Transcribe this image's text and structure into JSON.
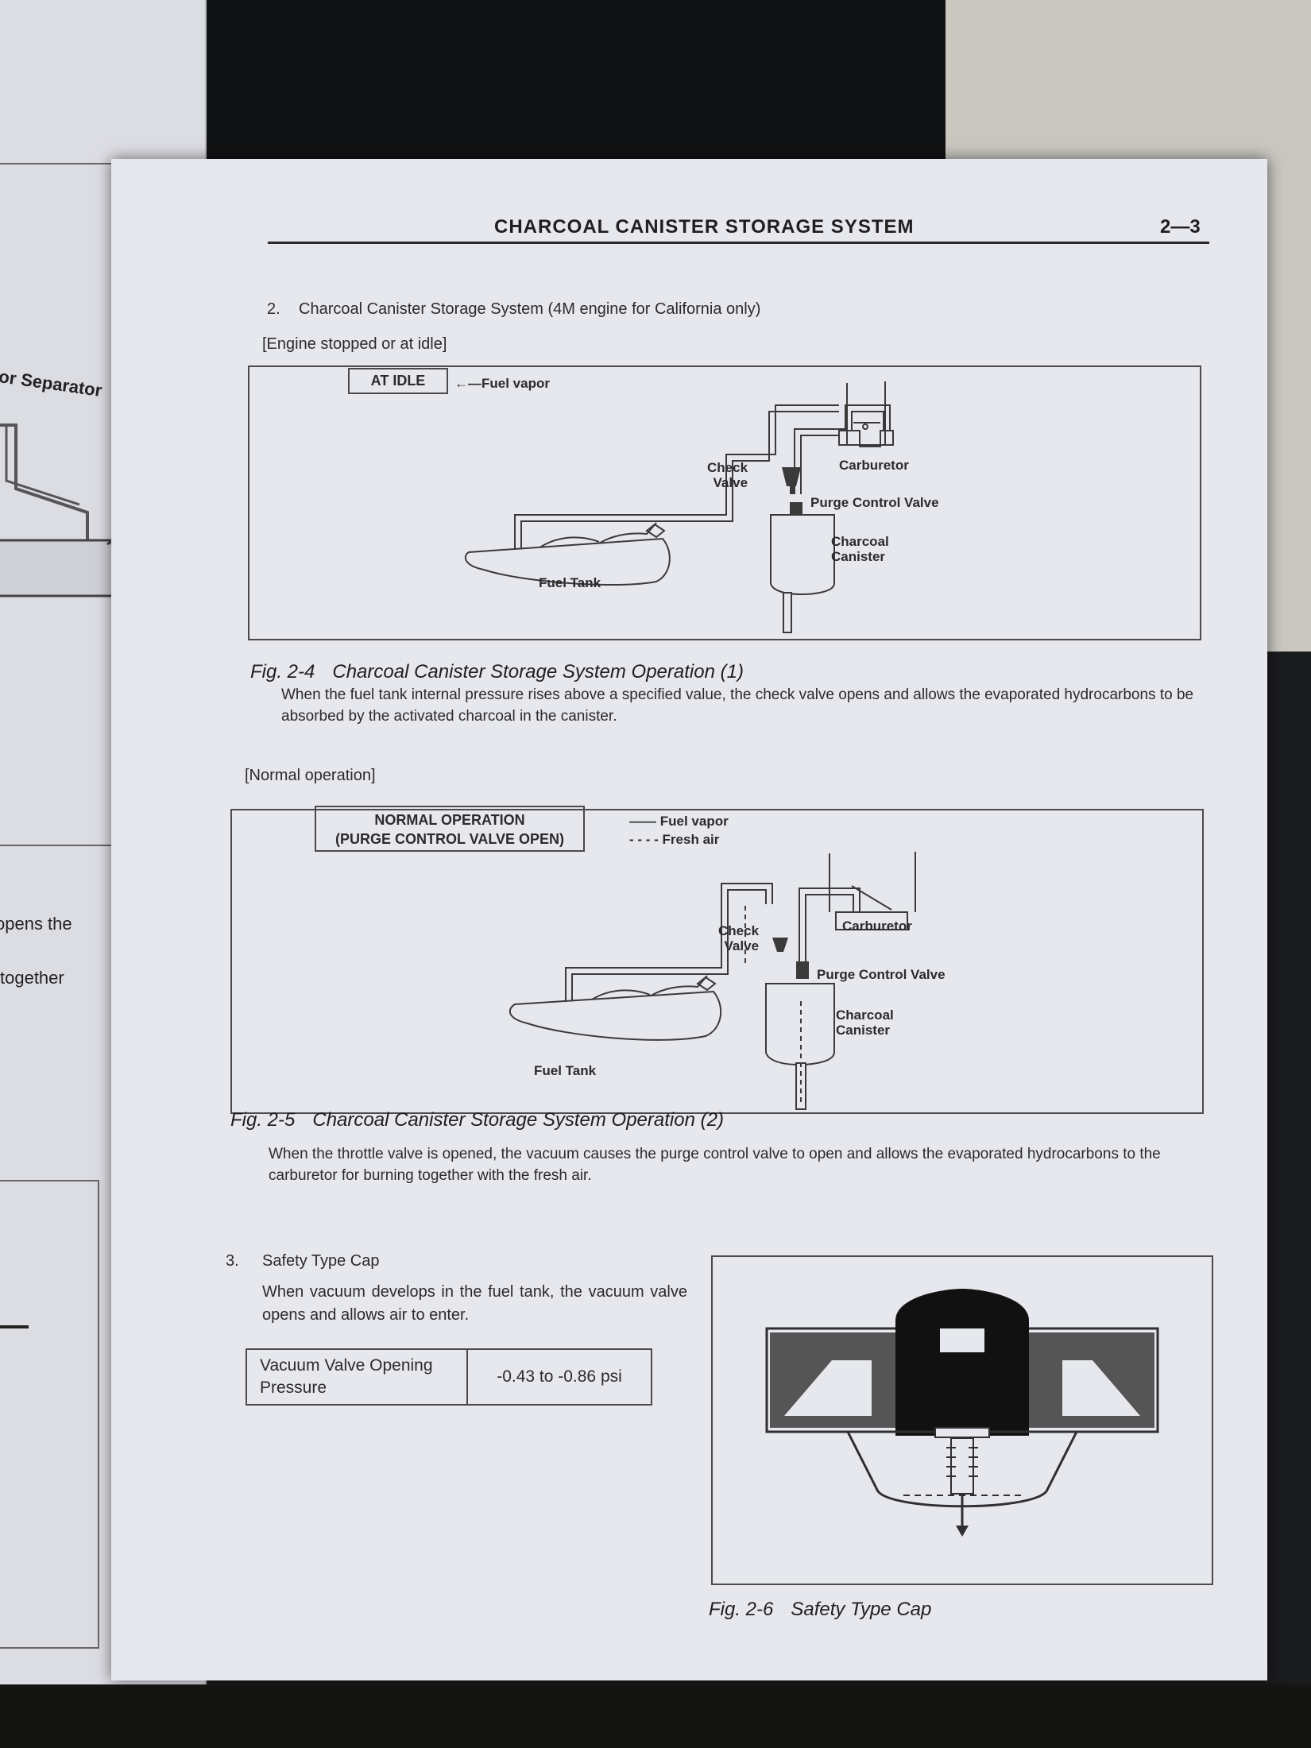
{
  "header": {
    "title": "CHARCOAL CANISTER STORAGE SYSTEM",
    "page_number": "2—3"
  },
  "left_page": {
    "fragments": [
      "or Separator",
      "opens the",
      "together"
    ]
  },
  "section2": {
    "number": "2.",
    "title": "Charcoal Canister Storage System (4M engine for California only)",
    "condition_idle": "[Engine stopped or at idle]",
    "condition_normal": "[Normal operation]"
  },
  "fig1": {
    "tag": "AT IDLE",
    "legend_vapor": "Fuel vapor",
    "labels": {
      "check_valve_1": "Check",
      "check_valve_2": "Valve",
      "carburetor": "Carburetor",
      "purge_valve": "Purge Control Valve",
      "canister_1": "Charcoal",
      "canister_2": "Canister",
      "fuel_tank": "Fuel Tank"
    },
    "caption_number": "Fig. 2-4",
    "caption_title": "Charcoal Canister Storage System Operation (1)",
    "description": "When the fuel tank internal pressure rises above a specified value, the check valve opens and allows the evaporated hydrocarbons to be absorbed by the activated charcoal in the canister."
  },
  "fig2": {
    "tag_line1": "NORMAL OPERATION",
    "tag_line2": "(PURGE CONTROL VALVE OPEN)",
    "legend_vapor": "Fuel vapor",
    "legend_air": "Fresh air",
    "labels": {
      "check_valve_1": "Check",
      "check_valve_2": "Valve",
      "carburetor": "Carburetor",
      "purge_valve": "Purge Control Valve",
      "canister_1": "Charcoal",
      "canister_2": "Canister",
      "fuel_tank": "Fuel Tank"
    },
    "caption_number": "Fig. 2-5",
    "caption_title": "Charcoal Canister Storage System Operation (2)",
    "description": "When the throttle valve is opened, the vacuum causes the purge control valve to open and allows the evaporated hydrocarbons to the carburetor for burning together with the fresh air."
  },
  "section3": {
    "number": "3.",
    "title": "Safety Type Cap",
    "description": "When vacuum develops in the fuel tank, the vacuum valve opens and allows air to enter.",
    "table": {
      "label_line1": "Vacuum Valve Opening",
      "label_line2": "Pressure",
      "value": "-0.43 to -0.86 psi"
    }
  },
  "fig3": {
    "caption_number": "Fig. 2-6",
    "caption_title": "Safety Type Cap"
  }
}
